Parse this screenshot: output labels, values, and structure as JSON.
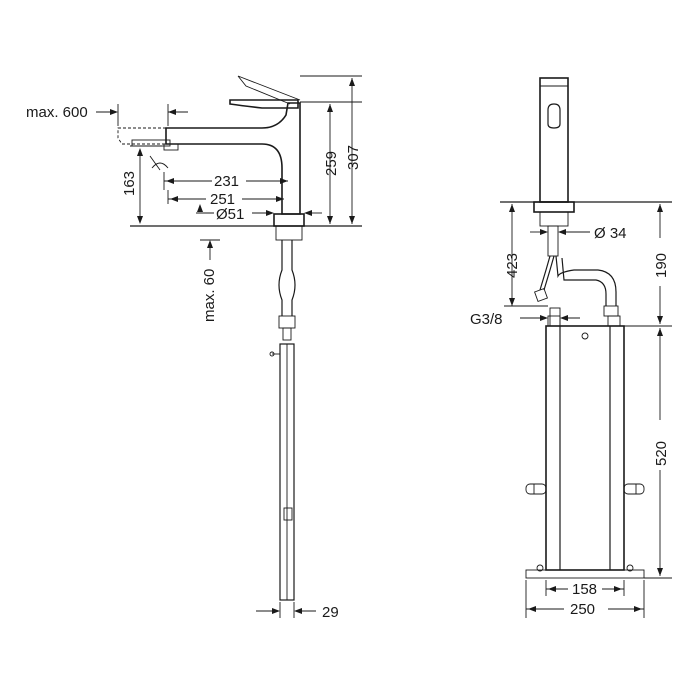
{
  "dimensions": {
    "max_600": "max. 600",
    "d_163": "163",
    "d_231": "231",
    "d_251": "251",
    "dia_51": "Ø51",
    "d_259": "259",
    "d_307": "307",
    "max_60": "max. 60",
    "d_29": "29",
    "d_423": "423",
    "dia_34": "Ø 34",
    "d_190": "190",
    "g_3_8": "G3/8",
    "d_520": "520",
    "d_158": "158",
    "d_250": "250"
  },
  "colors": {
    "line": "#1a1a1a",
    "background": "#ffffff"
  }
}
